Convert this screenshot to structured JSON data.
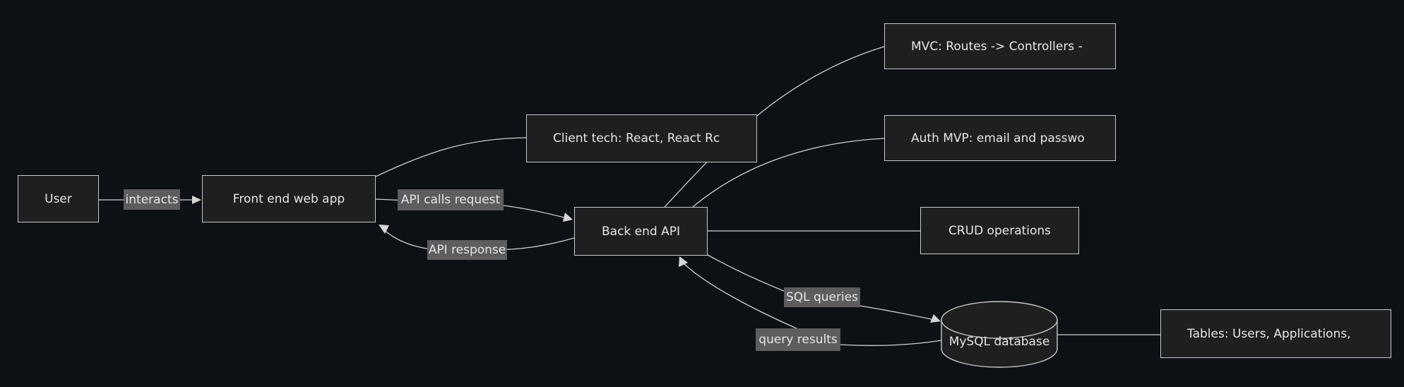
{
  "diagram": {
    "type": "flowchart",
    "colors": {
      "background": "#0d1014",
      "node_fill": "#1e1f21",
      "node_border": "#c9c9c9",
      "node_text": "#e7e7e7",
      "edge_line": "#d0d0d0",
      "edge_label_bg": "#5d5d5f",
      "edge_label_text": "#e6e6e6"
    },
    "nodes": {
      "user": {
        "label": "User",
        "shape": "rect"
      },
      "frontend": {
        "label": "Front end web app",
        "shape": "rect"
      },
      "client_tech": {
        "label": "Client tech: React, React Rc",
        "shape": "rect",
        "text_clipped": true
      },
      "mvc": {
        "label": "MVC: Routes -> Controllers -",
        "shape": "rect",
        "text_clipped": true
      },
      "auth": {
        "label": "Auth MVP: email and passwo",
        "shape": "rect",
        "text_clipped": true
      },
      "backend": {
        "label": "Back end API",
        "shape": "rect"
      },
      "crud": {
        "label": "CRUD operations",
        "shape": "rect"
      },
      "mysql": {
        "label": "MySQL database",
        "shape": "cylinder"
      },
      "tables": {
        "label": "Tables: Users, Applications,",
        "shape": "rect",
        "text_clipped": true
      }
    },
    "edge_labels": {
      "interacts": {
        "label": "interacts"
      },
      "api_calls": {
        "label": "API calls request"
      },
      "api_response": {
        "label": "API response"
      },
      "sql_queries": {
        "label": "SQL queries"
      },
      "query_results": {
        "label": "query results"
      }
    },
    "connections": [
      {
        "from": "User",
        "to": "Front end web app",
        "label": "interacts",
        "arrow": true
      },
      {
        "from": "Front end web app",
        "to": "Client tech: React, React Rc",
        "label": "",
        "arrow": false
      },
      {
        "from": "Front end web app",
        "to": "Back end API",
        "label": "API calls request",
        "arrow": true
      },
      {
        "from": "Back end API",
        "to": "Front end web app",
        "label": "API response",
        "arrow": true
      },
      {
        "from": "Back end API",
        "to": "MVC: Routes -> Controllers -",
        "label": "",
        "arrow": false
      },
      {
        "from": "Back end API",
        "to": "Auth MVP: email and passwo",
        "label": "",
        "arrow": false
      },
      {
        "from": "Back end API",
        "to": "CRUD operations",
        "label": "",
        "arrow": false
      },
      {
        "from": "Back end API",
        "to": "MySQL database",
        "label": "SQL queries",
        "arrow": true
      },
      {
        "from": "MySQL database",
        "to": "Back end API",
        "label": "query results",
        "arrow": true
      },
      {
        "from": "MySQL database",
        "to": "Tables: Users, Applications,",
        "label": "",
        "arrow": false
      }
    ]
  }
}
